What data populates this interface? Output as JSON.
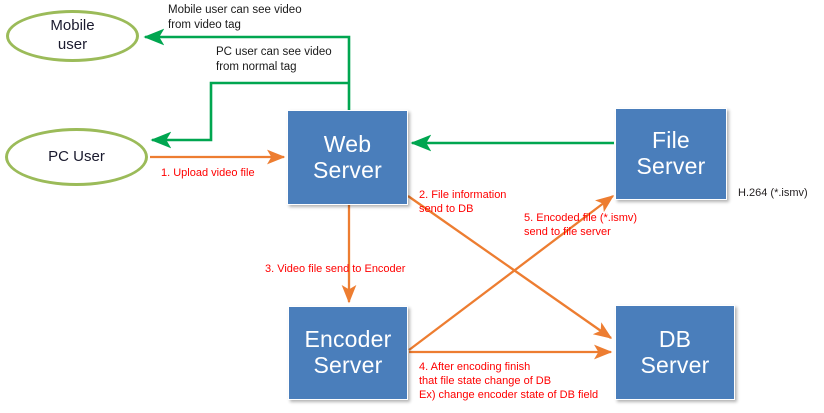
{
  "diagram": {
    "title": "Video streaming server architecture flow",
    "colors": {
      "node_fill": "#4a7ebb",
      "node_text": "#ffffff",
      "actor_stroke": "#9bbb59",
      "flow_orange": "#ed7d31",
      "flow_green": "#00a650",
      "label_red": "#ff0000",
      "label_dark": "#1a1a1a"
    },
    "actors": [
      {
        "id": "mobile-user",
        "label": "Mobile\nuser"
      },
      {
        "id": "pc-user",
        "label": "PC User"
      }
    ],
    "servers": [
      {
        "id": "web-server",
        "label": "Web\nServer"
      },
      {
        "id": "file-server",
        "label": "File\nServer"
      },
      {
        "id": "encoder-server",
        "label": "Encoder\nServer"
      },
      {
        "id": "db-server",
        "label": "DB\nServer"
      }
    ],
    "labels": {
      "mobile_tag": "Mobile user can see video\nfrom video tag",
      "pc_tag": "PC user can see video\nfrom normal tag",
      "step1": "1. Upload video file",
      "step2": "2. File information\n    send to DB",
      "step3": "3. Video file send to Encoder",
      "step4": "4. After encoding finish\n     that file state change of DB\nEx) change encoder state of DB field",
      "step5": "5. Encoded file (*.ismv)\n send to file server",
      "codec_note": "H.264 (*.ismv)"
    }
  }
}
